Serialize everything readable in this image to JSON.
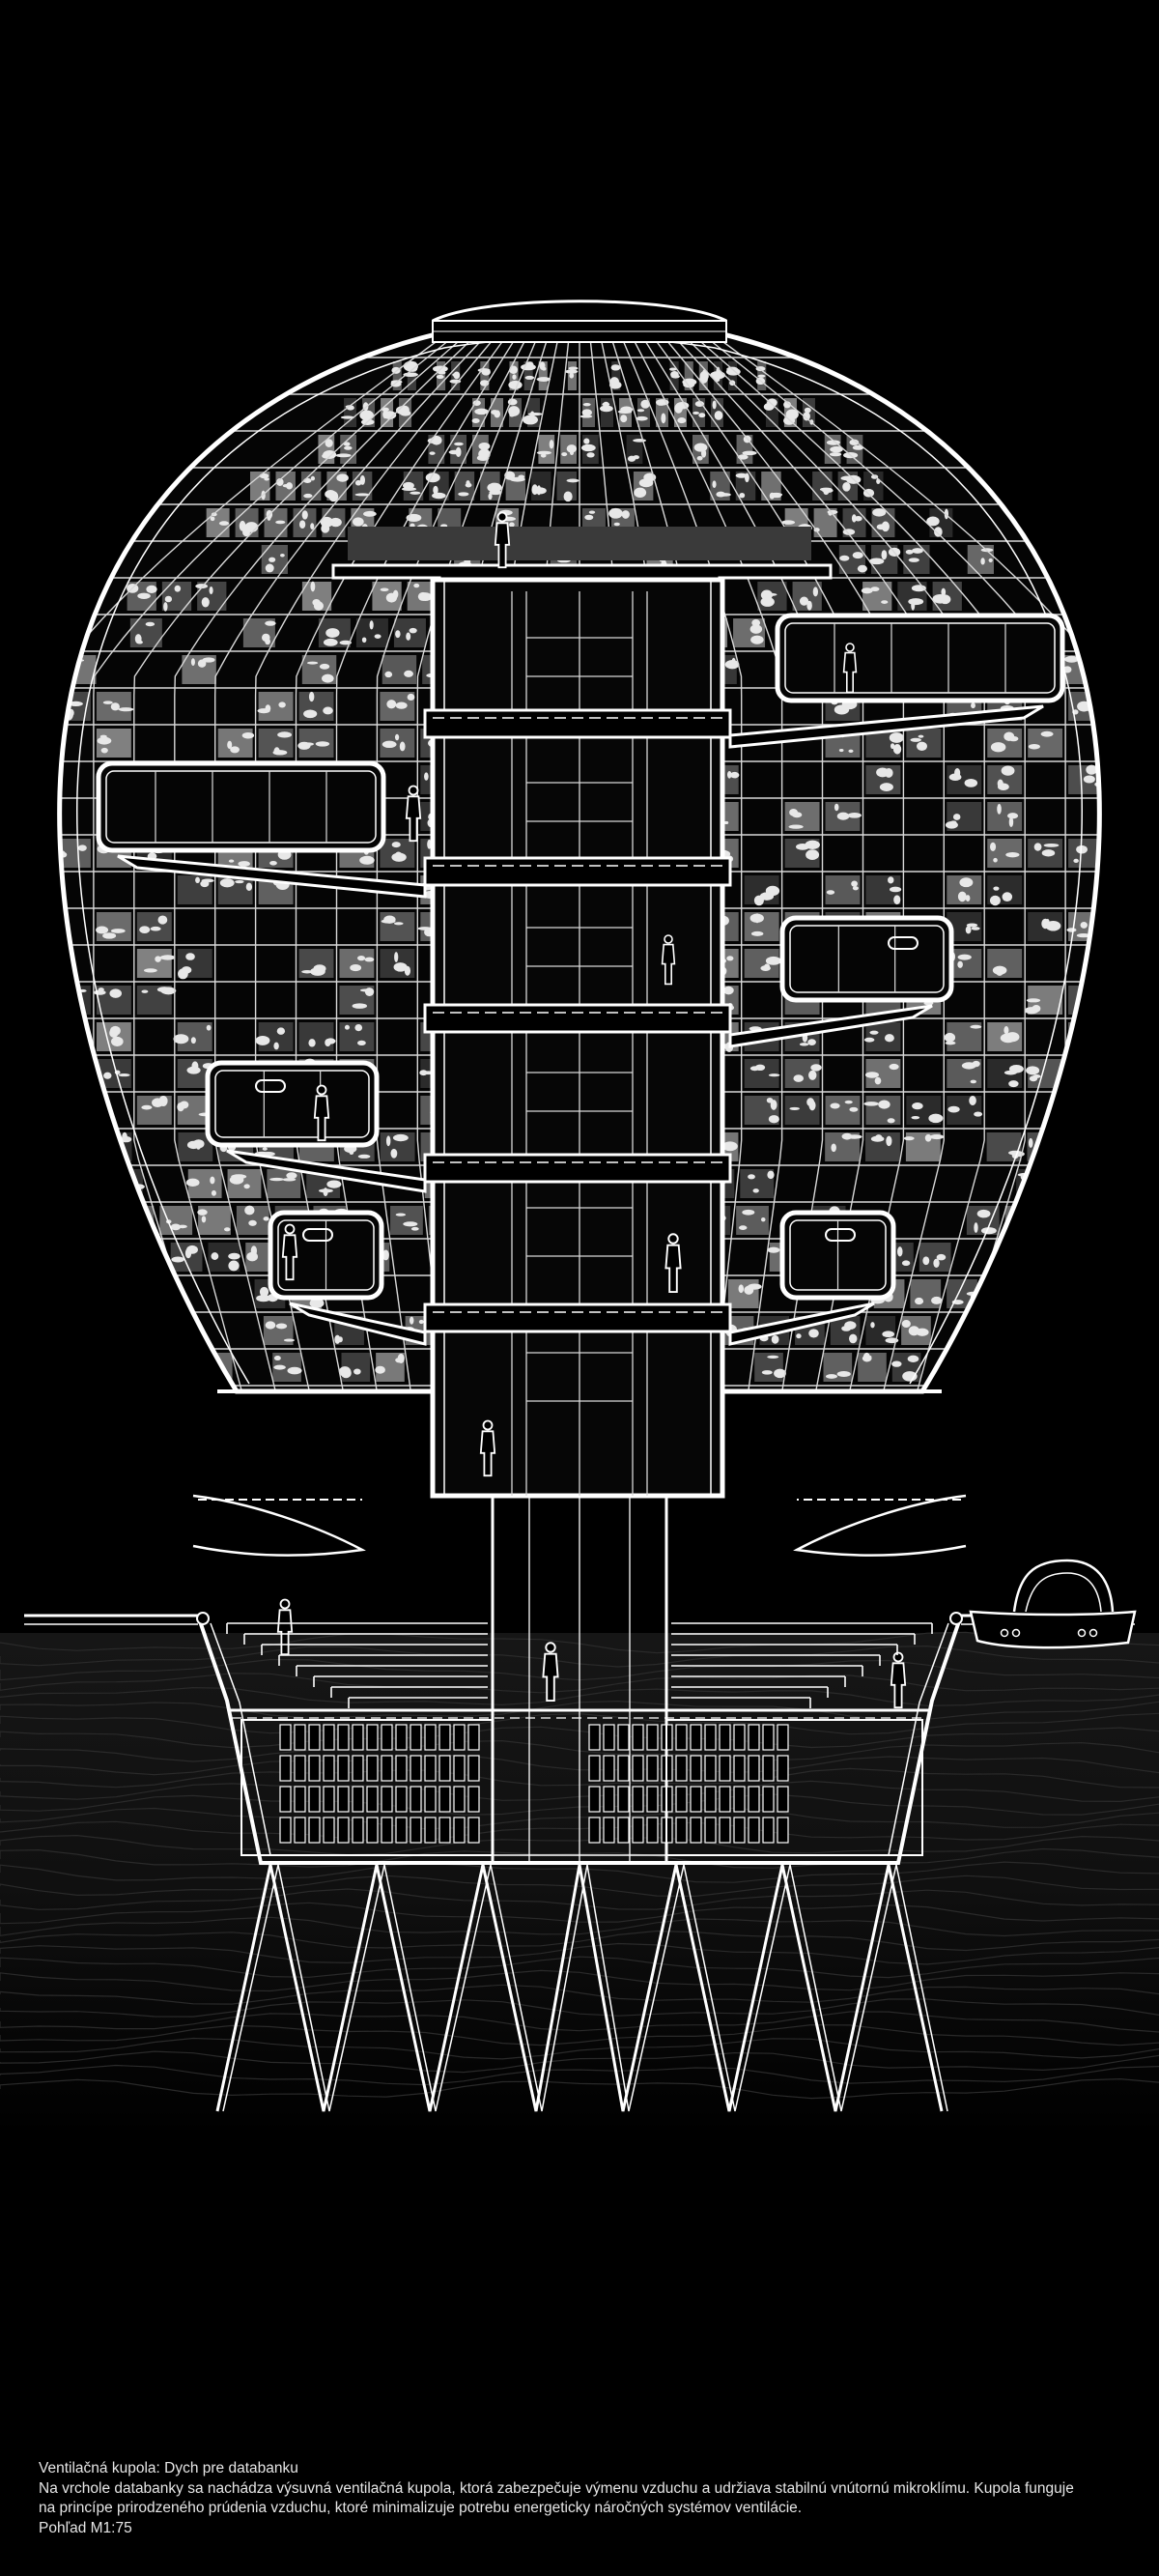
{
  "caption": {
    "title": "Ventilačná kupola: Dych pre databanku",
    "line1": "Na vrchole databanky sa nachádza výsuvná ventilačná kupola, ktorá zabezpečuje výmenu vzduchu a udržiava stabilnú vnútornú mikroklímu. Kupola funguje",
    "line2": "na princípe prirodzeného prúdenia vzduchu, ktoré minimalizuje potrebu energeticky náročných systémov ventilácie.",
    "scale": "Pohľad M1:75"
  },
  "colors": {
    "background": "#000000",
    "line": "#ffffff",
    "text": "#e6e6e6"
  }
}
